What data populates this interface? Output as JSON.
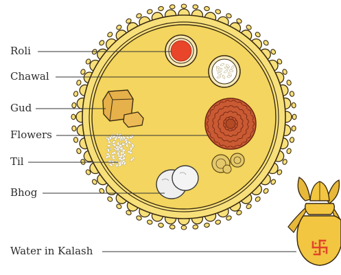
{
  "labels": {
    "roli": "Roli",
    "chawal": "Chawal",
    "gud": "Gud",
    "flowers": "Flowers",
    "til": "Til",
    "bhog": "Bhog",
    "kalash": "Water in Kalash"
  },
  "colors": {
    "plate_fill": "#f7e07a",
    "plate_inner": "#f3d55f",
    "plate_outline": "#3a2a10",
    "roli": "#e8452a",
    "chawal_bowl": "#f4e9b8",
    "gud": "#e6b04a",
    "flower": "#c95a33",
    "bhog": "#efefef",
    "kalash": "#f2c640",
    "swastika": "#e0442b",
    "leader_line": "#333333"
  },
  "icons": {
    "roli": "roli-bowl-icon",
    "chawal": "rice-bowl-icon",
    "gud": "jaggery-icon",
    "flowers": "marigold-icon",
    "til": "sesame-icon",
    "bhog": "sweets-icon",
    "kalash": "kalash-icon"
  }
}
